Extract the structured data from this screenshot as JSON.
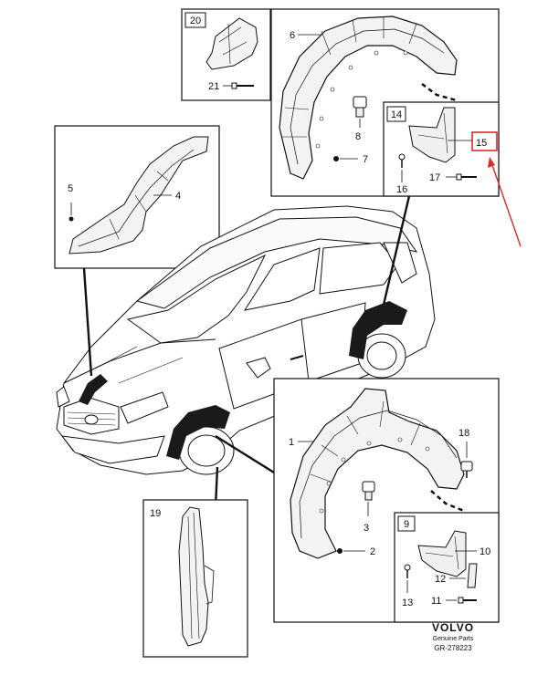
{
  "callouts": {
    "c1": "1",
    "c2": "2",
    "c3": "3",
    "c4": "4",
    "c5": "5",
    "c6": "6",
    "c7": "7",
    "c8": "8",
    "c9": "9",
    "c10": "10",
    "c11": "11",
    "c12": "12",
    "c13": "13",
    "c14": "14",
    "c15": "15",
    "c16": "16",
    "c17": "17",
    "c18": "18",
    "c19": "19",
    "c20": "20",
    "c21": "21"
  },
  "footer": {
    "brand": "VOLVO",
    "subtitle": "Genuine Parts",
    "code": "GR-278223"
  },
  "colors": {
    "line": "#111111",
    "highlight": "#e0282b",
    "part_fill": "#f2f2f2",
    "dark_fill": "#1a1a1a"
  },
  "highlight": {
    "target_callout": "15",
    "icons": [
      "red-highlight-box",
      "red-arrow-icon"
    ]
  }
}
